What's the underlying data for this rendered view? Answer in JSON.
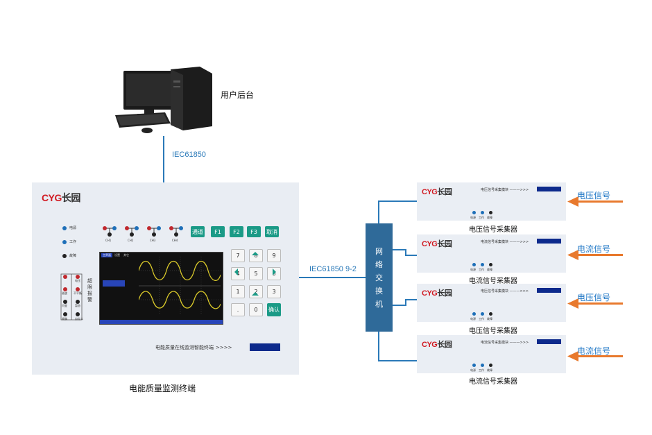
{
  "computer": {
    "label": "用户后台"
  },
  "links": {
    "top": "IEC61850",
    "middle": "IEC61850 9-2"
  },
  "terminal": {
    "logo_cyg": "CYG",
    "logo_cn": "长园",
    "caption": "电能质量监测终端",
    "indicators": [
      "电源",
      "工作",
      "故障"
    ],
    "channels": [
      "CH1",
      "CH2",
      "CH3",
      "CH4"
    ],
    "top_buttons": [
      "通道",
      "F1",
      "F2",
      "F3",
      "取消"
    ],
    "keys": [
      "7",
      "8",
      "9",
      "4",
      "5",
      "6",
      "1",
      "2",
      "3",
      ".",
      "0",
      "确认"
    ],
    "left_labels": [
      "谐波",
      "电压",
      "闪变",
      "不平衡",
      "频偏",
      "暂态",
      "自定义"
    ],
    "alarm_label": "超限报警",
    "screen_tabs": [
      "主界面",
      "设置",
      "其它"
    ],
    "bottom_text": "电能质量在线监测智能终端",
    "arrow": ">>>>"
  },
  "switch": {
    "chars": [
      "网",
      "络",
      "交",
      "换",
      "机"
    ]
  },
  "collectors": [
    {
      "logo_cyg": "CYG",
      "logo_cn": "长园",
      "module": "电压信号采集模块",
      "arrow": "———>>>",
      "label": "电压信号采集器",
      "signal": "电压信号"
    },
    {
      "logo_cyg": "CYG",
      "logo_cn": "长园",
      "module": "电流信号采集模块",
      "arrow": "———>>>",
      "label": "电流信号采集器",
      "signal": "电流信号"
    },
    {
      "logo_cyg": "CYG",
      "logo_cn": "长园",
      "module": "电压信号采集模块",
      "arrow": "———>>>",
      "label": "电压信号采集器",
      "signal": "电压信号"
    },
    {
      "logo_cyg": "CYG",
      "logo_cn": "长园",
      "module": "电流信号采集模块",
      "arrow": "———>>>",
      "label": "电流信号采集器",
      "signal": "电流信号"
    }
  ],
  "collector_indicators": [
    "电源",
    "工作",
    "故障"
  ],
  "colors": {
    "link": "#2a79b8",
    "switch": "#2f6a99",
    "arrow": "#e8792d",
    "signal_text": "#1f77c6",
    "brand": "#d11a22"
  }
}
